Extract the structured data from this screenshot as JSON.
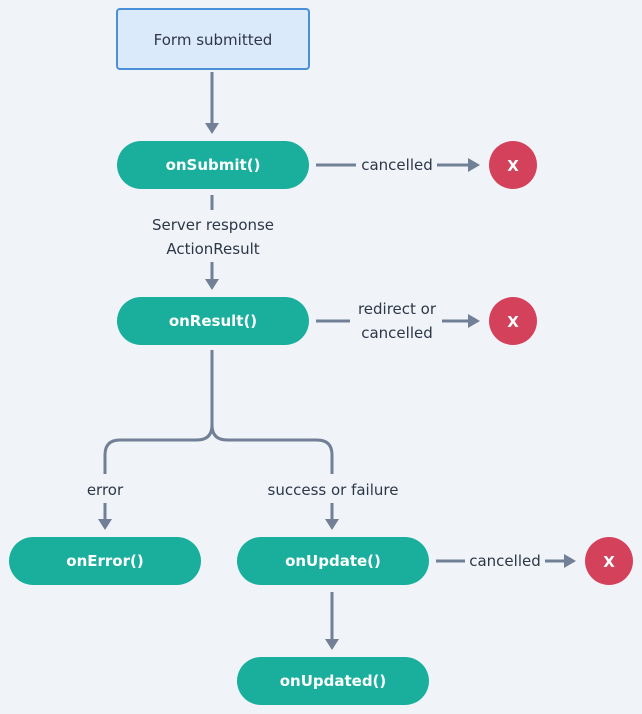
{
  "nodes": {
    "start": "Form submitted",
    "on_submit": "onSubmit()",
    "on_result": "onResult()",
    "on_error": "onError()",
    "on_update": "onUpdate()",
    "on_updated": "onUpdated()"
  },
  "edges": {
    "submit_cancelled": "cancelled",
    "server_response_line1": "Server response",
    "server_response_line2": "ActionResult",
    "result_cancelled_line1": "redirect or",
    "result_cancelled_line2": "cancelled",
    "error": "error",
    "success_or_failure": "success or failure",
    "update_cancelled": "cancelled"
  },
  "terminals": {
    "cancel_mark": "X"
  },
  "colors": {
    "node_fill": "#1aaf9c",
    "start_fill": "#dbeafb",
    "start_border": "#4a90d9",
    "terminal_fill": "#d4415a",
    "edge": "#718096",
    "background": "#f0f4f8"
  }
}
